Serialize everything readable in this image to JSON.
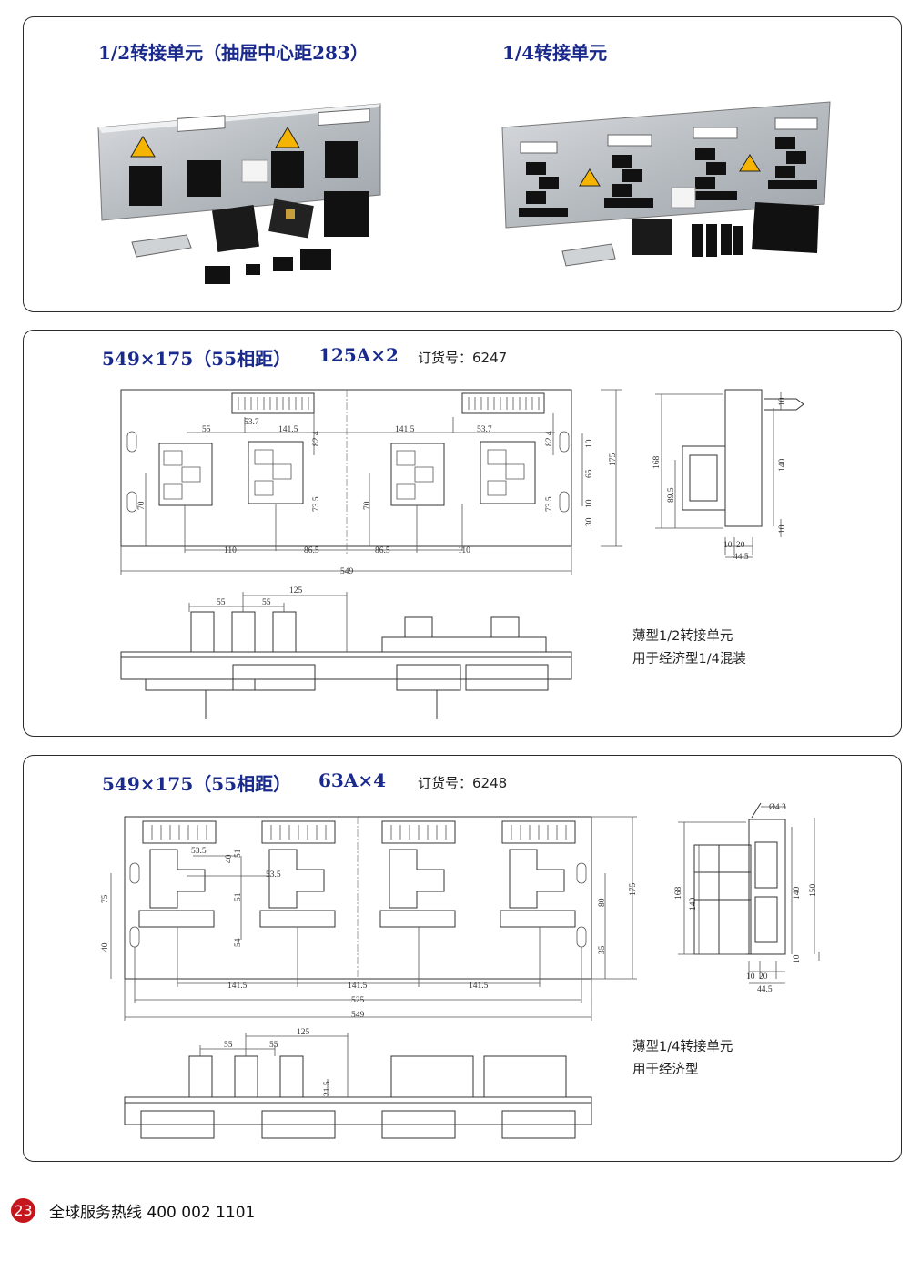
{
  "section1": {
    "left_title": "1/2转接单元（抽屉中心距283）",
    "right_title": "1/4转接单元"
  },
  "section2": {
    "size": "549×175（55相距）",
    "rating": "125A×2",
    "order": "订货号：6247",
    "note_line1": "薄型1/2转接单元",
    "note_line2": "用于经济型1/4混装",
    "front_dims": [
      "53.7",
      "55",
      "141.5",
      "141.5",
      "53.7",
      "82.4",
      "82.4",
      "70",
      "73.5",
      "70",
      "73.5",
      "10",
      "65",
      "10",
      "30",
      "175",
      "110",
      "86.5",
      "86.5",
      "110",
      "549"
    ],
    "side_dims": [
      "10",
      "168",
      "89.5",
      "140",
      "10",
      "10",
      "20",
      "44.5"
    ],
    "bottom_dims": [
      "55",
      "55",
      "125"
    ]
  },
  "section3": {
    "size": "549×175（55相距）",
    "rating": "63A×4",
    "order": "订货号：6248",
    "note_line1": "薄型1/4转接单元",
    "note_line2": "用于经济型",
    "front_dims": [
      "53.5",
      "40",
      "51",
      "53.5",
      "51",
      "54",
      "75",
      "40",
      "80",
      "35",
      "175",
      "141.5",
      "141.5",
      "141.5",
      "525",
      "549"
    ],
    "side_dims": [
      "Ø4.3",
      "168",
      "140",
      "140",
      "150",
      "10",
      "10",
      "20",
      "44.5"
    ],
    "bottom_dims": [
      "55",
      "55",
      "125",
      "21.5"
    ]
  },
  "footer": {
    "page_number": "23",
    "hotline": "全球服务热线  400 002 1101"
  },
  "colors": {
    "title": "#1a2a8c",
    "page_badge": "#c4161c",
    "warning": "#f4b400"
  }
}
